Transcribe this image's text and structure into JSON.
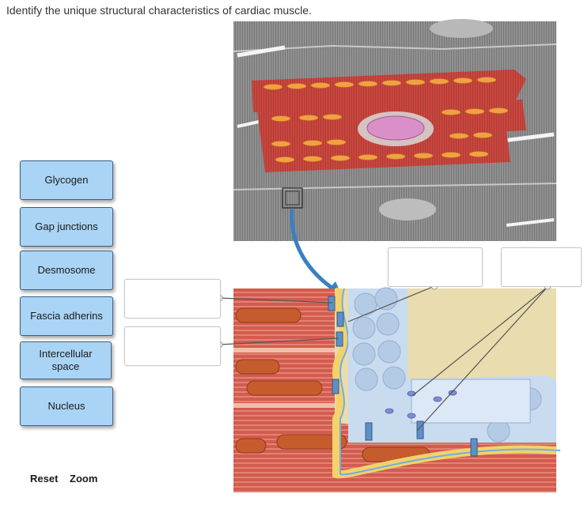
{
  "question": "Identify the unique structural characteristics of cardiac muscle.",
  "labels": [
    "Glycogen",
    "Gap junctions",
    "Desmosome",
    "Fascia adherins",
    "Intercellular space",
    "Nucleus"
  ],
  "controls": {
    "reset": "Reset",
    "zoom": "Zoom"
  },
  "colors": {
    "chip": "#a9d4f5",
    "chip_border": "#3b5f80",
    "muscle": "#c9473f",
    "mito": "#e06a3a",
    "membrane": "#f3d26b",
    "cell_blue": "#c9dbef"
  }
}
